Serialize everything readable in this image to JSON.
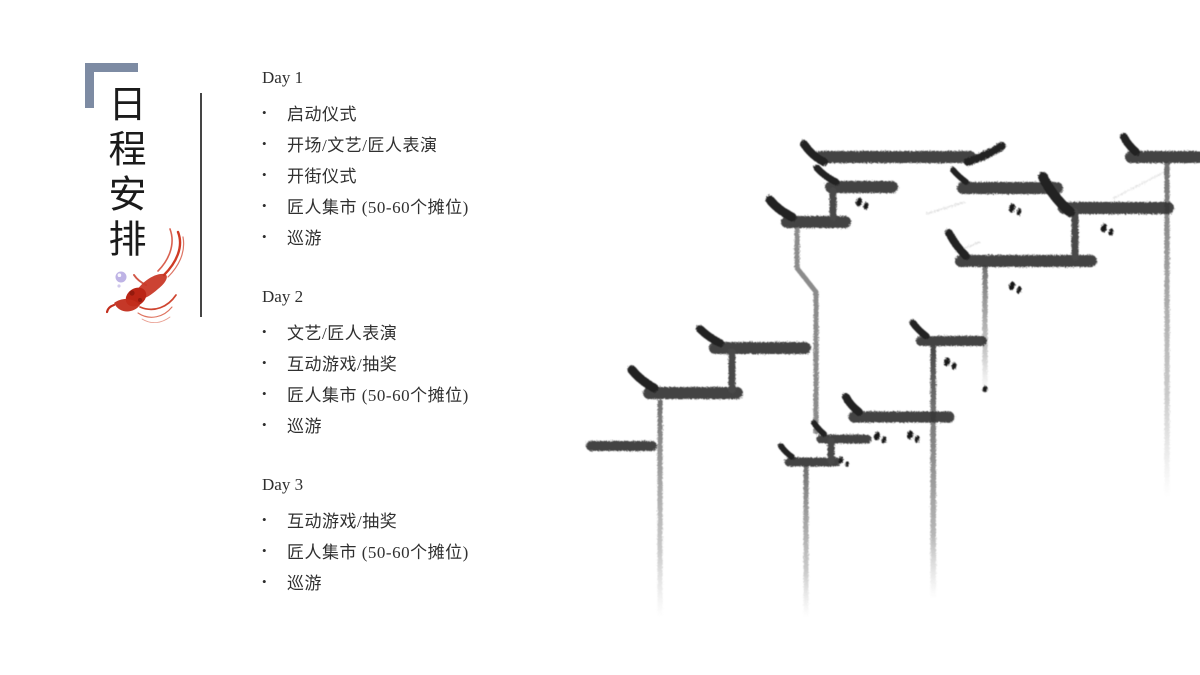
{
  "slide": {
    "title": "日程安排",
    "colors": {
      "bracket_blue": "#7d8ba3",
      "divider_gray": "#454545",
      "text_dark": "#303030",
      "ink_black": "#383838",
      "koi_red": "#c4281c",
      "bubble_purple": "#b3a6e0"
    },
    "decorations": {
      "koi_alt": "red koi fish ink painting",
      "artwork_alt": "ink-wash painting of stepped Chinese horse-head gable rooftops"
    }
  },
  "schedule": {
    "bullet": "•",
    "days": [
      {
        "label": "Day 1",
        "items": [
          "启动仪式",
          "开场/文艺/匠人表演",
          "开街仪式",
          "匠人集市 (50-60个摊位)",
          "巡游"
        ]
      },
      {
        "label": "Day 2",
        "items": [
          "文艺/匠人表演",
          "互动游戏/抽奖",
          "匠人集市 (50-60个摊位)",
          "巡游"
        ]
      },
      {
        "label": "Day 3",
        "items": [
          "互动游戏/抽奖",
          "匠人集市 (50-60个摊位)",
          "巡游"
        ]
      }
    ]
  }
}
